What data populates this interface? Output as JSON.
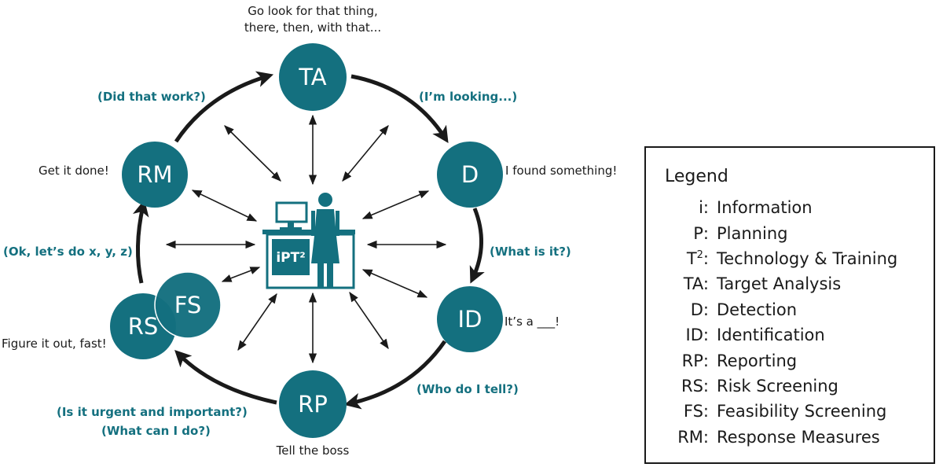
{
  "colors": {
    "teal": "#14707f",
    "black": "#1a1a1a"
  },
  "center_label": "iPT²",
  "nodes": [
    {
      "id": "TA",
      "label": "TA"
    },
    {
      "id": "D",
      "label": "D"
    },
    {
      "id": "ID",
      "label": "ID"
    },
    {
      "id": "RP",
      "label": "RP"
    },
    {
      "id": "FS",
      "label": "FS"
    },
    {
      "id": "RS",
      "label": "RS"
    },
    {
      "id": "RM",
      "label": "RM"
    }
  ],
  "captions": {
    "ta_line1": "Go look for that thing,",
    "ta_line2": "there, then, with that...",
    "d": "I found something!",
    "id": "It’s a ___!",
    "rp": "Tell the boss",
    "rs": "Figure it out, fast!",
    "rm": "Get it done!"
  },
  "questions": {
    "did_that_work": "(Did that work?)",
    "looking": "(I’m looking...)",
    "what_is_it": "(What is it?)",
    "who_do_i_tell": "(Who do I tell?)",
    "urgent": "(Is it urgent and important?)",
    "what_can_i_do": "(What can I do?)",
    "ok_lets": "(Ok, let’s do x, y, z)"
  },
  "legend": {
    "title": "Legend",
    "items": [
      {
        "abbr": "i:",
        "sup": "",
        "desc": "Information"
      },
      {
        "abbr": "P:",
        "sup": "",
        "desc": "Planning"
      },
      {
        "abbr": "T",
        "sup": "2",
        "abbr_suffix": ":",
        "desc": "Technology & Training"
      },
      {
        "abbr": "TA:",
        "sup": "",
        "desc": "Target Analysis"
      },
      {
        "abbr": "D:",
        "sup": "",
        "desc": "Detection"
      },
      {
        "abbr": "ID:",
        "sup": "",
        "desc": "Identification"
      },
      {
        "abbr": "RP:",
        "sup": "",
        "desc": "Reporting"
      },
      {
        "abbr": "RS:",
        "sup": "",
        "desc": "Risk Screening"
      },
      {
        "abbr": "FS:",
        "sup": "",
        "desc": "Feasibility Screening"
      },
      {
        "abbr": "RM:",
        "sup": "",
        "desc": "Response Measures"
      }
    ]
  }
}
